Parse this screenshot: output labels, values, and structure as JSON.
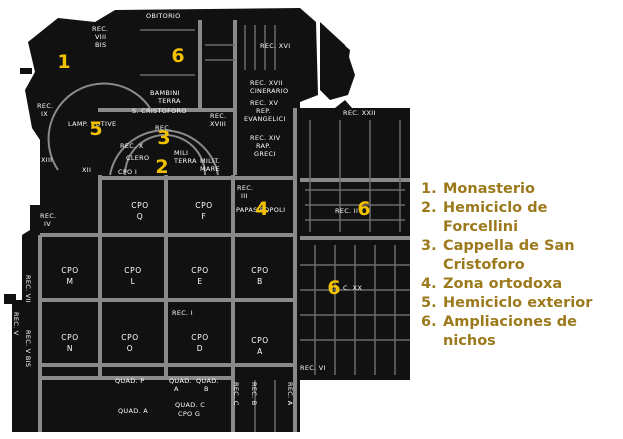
{
  "legend": [
    {
      "n": "1.",
      "text": "Monasterio",
      "cont": ""
    },
    {
      "n": "2.",
      "text": "Hemiciclo de",
      "cont": "Forcellini"
    },
    {
      "n": "3.",
      "text": "Cappella de San",
      "cont": "Cristoforo"
    },
    {
      "n": "4.",
      "text": "Zona ortodoxa",
      "cont": ""
    },
    {
      "n": "5.",
      "text": "Hemiciclo exterior",
      "cont": ""
    },
    {
      "n": "6.",
      "text": "Ampliaciones de",
      "cont": "nichos"
    }
  ],
  "colors": {
    "background": "#ffffff",
    "map": "#111111",
    "paths": "#9a9a9a",
    "numbers": "#f2c200",
    "legend": "#9c7a1c"
  },
  "labels": {
    "obitorio": "OBITORIO",
    "rec_viii_bis": [
      "REC.",
      "VIII",
      "BIS"
    ],
    "rec_xvi": "REC. XVI",
    "rec_xvii": [
      "REC. XVII",
      "CINERARIO"
    ],
    "bambini": [
      "BAMBINI",
      "TERRA"
    ],
    "s_cristoforo": "S. CRISTOFORO",
    "rec_xv": [
      "REC. XV",
      "REP.",
      "EVANGELICI"
    ],
    "rec_xiv": [
      "REC. XIV",
      "RAP.",
      "GRECI"
    ],
    "rec_xviii": [
      "REC.",
      "XVIII"
    ],
    "rec_xxii": "REC. XXII",
    "rec_ix": [
      "REC.",
      "IX"
    ],
    "lamp_votive": "LAMP. VOTIVE",
    "rec_x": "REC. X",
    "rec_xi": "REC.",
    "rec_xiii": [
      "XIII"
    ],
    "rec_xii": "XII",
    "clero": "CLERO",
    "milit_terra": [
      "MILI",
      "TERRA"
    ],
    "milit_mare": [
      "MILIT.",
      "MARE"
    ],
    "cpo_i": "CPO I",
    "rec_iii": [
      "REC.",
      "III"
    ],
    "papas_popoli": "PAPAS POPOLI",
    "rec_ii": "REC. II",
    "rec_iv": [
      "REC.",
      "IV"
    ],
    "rec_vii": "REC. VII",
    "rec_v": "REC. V",
    "rec_v_bis": "REC. V BIS",
    "rec_i": "REC. I",
    "rec_vi": "REC. VI",
    "cxx": "C. XX",
    "quad_p": "QUAD. P",
    "quad_a_small": [
      "QUAD.",
      "A"
    ],
    "quad_b": [
      "QUAD.",
      "B"
    ],
    "quad_a": "QUAD. A",
    "quad_c": "QUAD. C",
    "cpo_g": "CPO G",
    "rec_c": "REC. C",
    "rec_b": "REC. B",
    "rec_a": "REC. A",
    "cpo": [
      [
        "CPO",
        "Q"
      ],
      [
        "CPO",
        "F"
      ],
      [
        "CPO",
        "M"
      ],
      [
        "CPO",
        "L"
      ],
      [
        "CPO",
        "E"
      ],
      [
        "CPO",
        "B"
      ],
      [
        "CPO",
        "N"
      ],
      [
        "CPO",
        "O"
      ],
      [
        "CPO",
        "D"
      ],
      [
        "CPO",
        "A"
      ]
    ]
  },
  "numbers": [
    "1",
    "2",
    "3",
    "4",
    "5",
    "6",
    "6",
    "6"
  ]
}
